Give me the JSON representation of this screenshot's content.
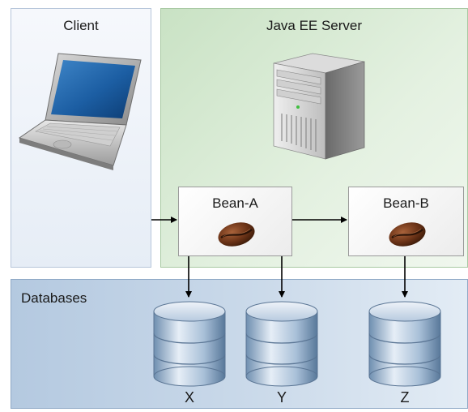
{
  "regions": {
    "client": {
      "label": "Client"
    },
    "server": {
      "label": "Java EE Server"
    },
    "databases": {
      "label": "Databases"
    }
  },
  "beans": [
    {
      "label": "Bean-A",
      "icon": "coffee-bean-icon"
    },
    {
      "label": "Bean-B",
      "icon": "coffee-bean-icon"
    }
  ],
  "databases": [
    {
      "label": "X",
      "icon": "database-icon"
    },
    {
      "label": "Y",
      "icon": "database-icon"
    },
    {
      "label": "Z",
      "icon": "database-icon"
    }
  ],
  "icons": {
    "client": "laptop-icon",
    "server": "server-tower-icon"
  },
  "colors": {
    "client_bg": "#eef2f8",
    "server_bg": "#d6ead2",
    "databases_bg": "#c3d5e8",
    "arrow": "#000000"
  }
}
